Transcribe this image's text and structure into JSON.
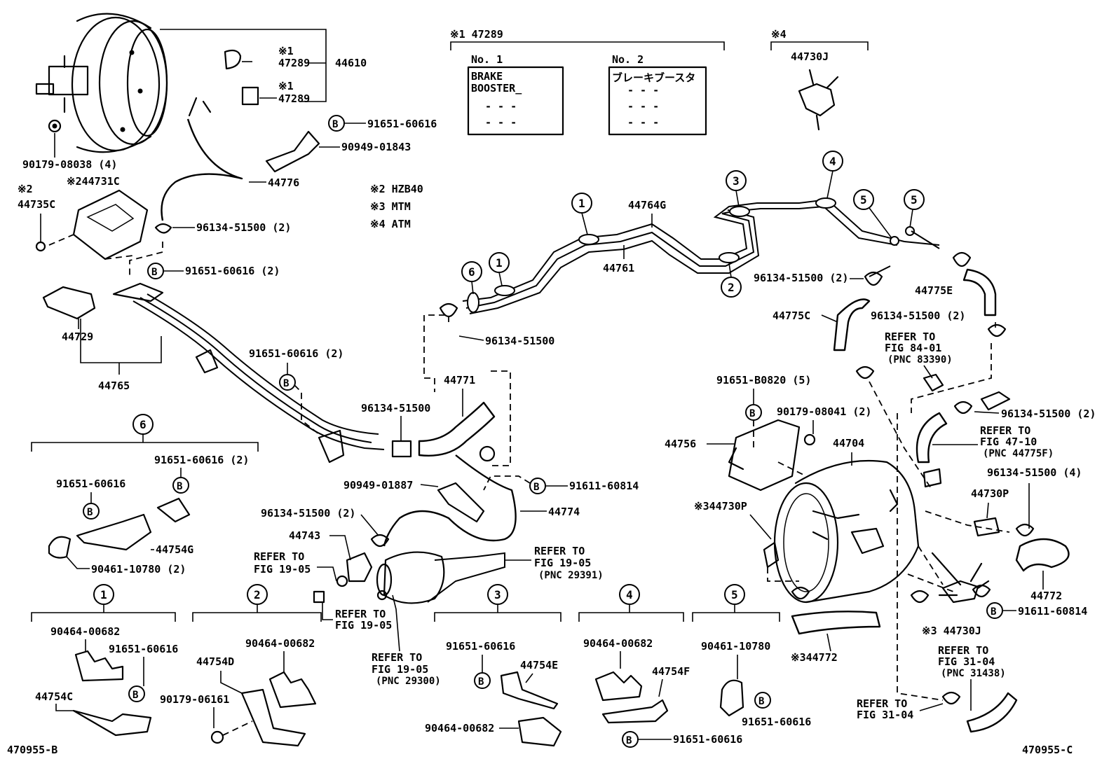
{
  "diagram": {
    "corner_labels": {
      "left": "470955-B",
      "right": "470955-C"
    },
    "notes": {
      "note1_header": "※1 47289",
      "label_no1": "No. 1",
      "label_no2": "No. 2",
      "plate1_line1": "BRAKE",
      "plate1_line2": "BOOSTER_",
      "plate1_dashes": "- - -",
      "plate2_text": "ブレーキブースタ",
      "plate2_dashes": "- - -",
      "note4_header": "※4",
      "note4_part": "44730J",
      "legend": [
        "※2 HZB40",
        "※3 MTM",
        "※4 ATM"
      ]
    },
    "booster_labels": {
      "n1a": "※1",
      "p47289a": "47289",
      "p44610": "44610",
      "n1b": "※1",
      "p47289b": "47289",
      "p91651_60616": "91651-60616",
      "p90949_01843": "90949-01843",
      "p90179_08038": "90179-08038 (4)",
      "p44776": "44776",
      "n2a": "※2",
      "p44735C": "44735C",
      "p44731C": "※244731C",
      "p96134_51500_2": "96134-51500 (2)",
      "p91651_60616_2": "91651-60616 (2)",
      "p44729": "44729",
      "p44765": "44765"
    },
    "middle_labels": {
      "p44764G": "44764G",
      "p44761": "44761",
      "p96134_51500": "96134-51500",
      "p91651_60616_2b": "91651-60616 (2)",
      "p44771": "44771",
      "p96134_51500b": "96134-51500",
      "p90949_01887": "90949-01887",
      "p91611_60814": "91611-60814",
      "p44774": "44774",
      "p96134_51500_2c": "96134-51500 (2)",
      "p44743": "44743",
      "refer_1905a_1": "REFER TO",
      "refer_1905a_2": "FIG 19-05",
      "refer_1905b_1": "REFER TO",
      "refer_1905b_2": "FIG 19-05",
      "refer_1905c_1": "REFER TO",
      "refer_1905c_2": "FIG 19-05",
      "refer_1905c_3": "(PNC 29391)",
      "refer_1905d_1": "REFER TO",
      "refer_1905d_2": "FIG 19-05",
      "refer_1905d_3": "(PNC 29300)"
    },
    "right_labels": {
      "p96134_51500_2d": "96134-51500 (2)",
      "p44775E": "44775E",
      "p44775C": "44775C",
      "p96134_51500_2e": "96134-51500 (2)",
      "refer_8401_1": "REFER TO",
      "refer_8401_2": "FIG 84-01",
      "refer_8401_3": "(PNC 83390)",
      "p91651_B0820": "91651-B0820 (5)",
      "p90179_08041": "90179-08041 (2)",
      "p96134_51500_2f": "96134-51500 (2)",
      "p44756": "44756",
      "p44704": "44704",
      "refer_4710_1": "REFER TO",
      "refer_4710_2": "FIG 47-10",
      "refer_4710_3": "(PNC 44775F)",
      "p96134_51500_4": "96134-51500 (4)",
      "p344730P": "※344730P",
      "p44730P": "44730P",
      "p44772": "44772",
      "p91611_60814b": "91611-60814",
      "p344730J": "※3 44730J",
      "p344772": "※344772",
      "refer_3104a_1": "REFER TO",
      "refer_3104a_2": "FIG 31-04",
      "refer_3104a_3": "(PNC 31438)",
      "refer_3104b_1": "REFER TO",
      "refer_3104b_2": "FIG 31-04"
    },
    "clamp_group_6": {
      "num": "6",
      "p91651_60616_2": "91651-60616 (2)",
      "p91651_60616": "91651-60616",
      "p44754G": "44754G",
      "p90461_10780_2": "90461-10780 (2)"
    },
    "clamp_groups": [
      {
        "num": "1",
        "a": "90464-00682",
        "b": "91651-60616",
        "c": "44754C"
      },
      {
        "num": "2",
        "a": "90464-00682",
        "b": "44754D",
        "c": "90179-06161"
      },
      {
        "num": "3",
        "a": "91651-60616",
        "b": "44754E",
        "c": "90464-00682"
      },
      {
        "num": "4",
        "a": "90464-00682",
        "b": "44754F",
        "c": "91651-60616"
      },
      {
        "num": "5",
        "a": "90461-10780",
        "b": "91651-60616"
      }
    ],
    "circle_marks": {
      "one": "1",
      "two": "2",
      "three": "3",
      "four": "4",
      "five": "5",
      "six": "6",
      "bolt": "B"
    }
  }
}
